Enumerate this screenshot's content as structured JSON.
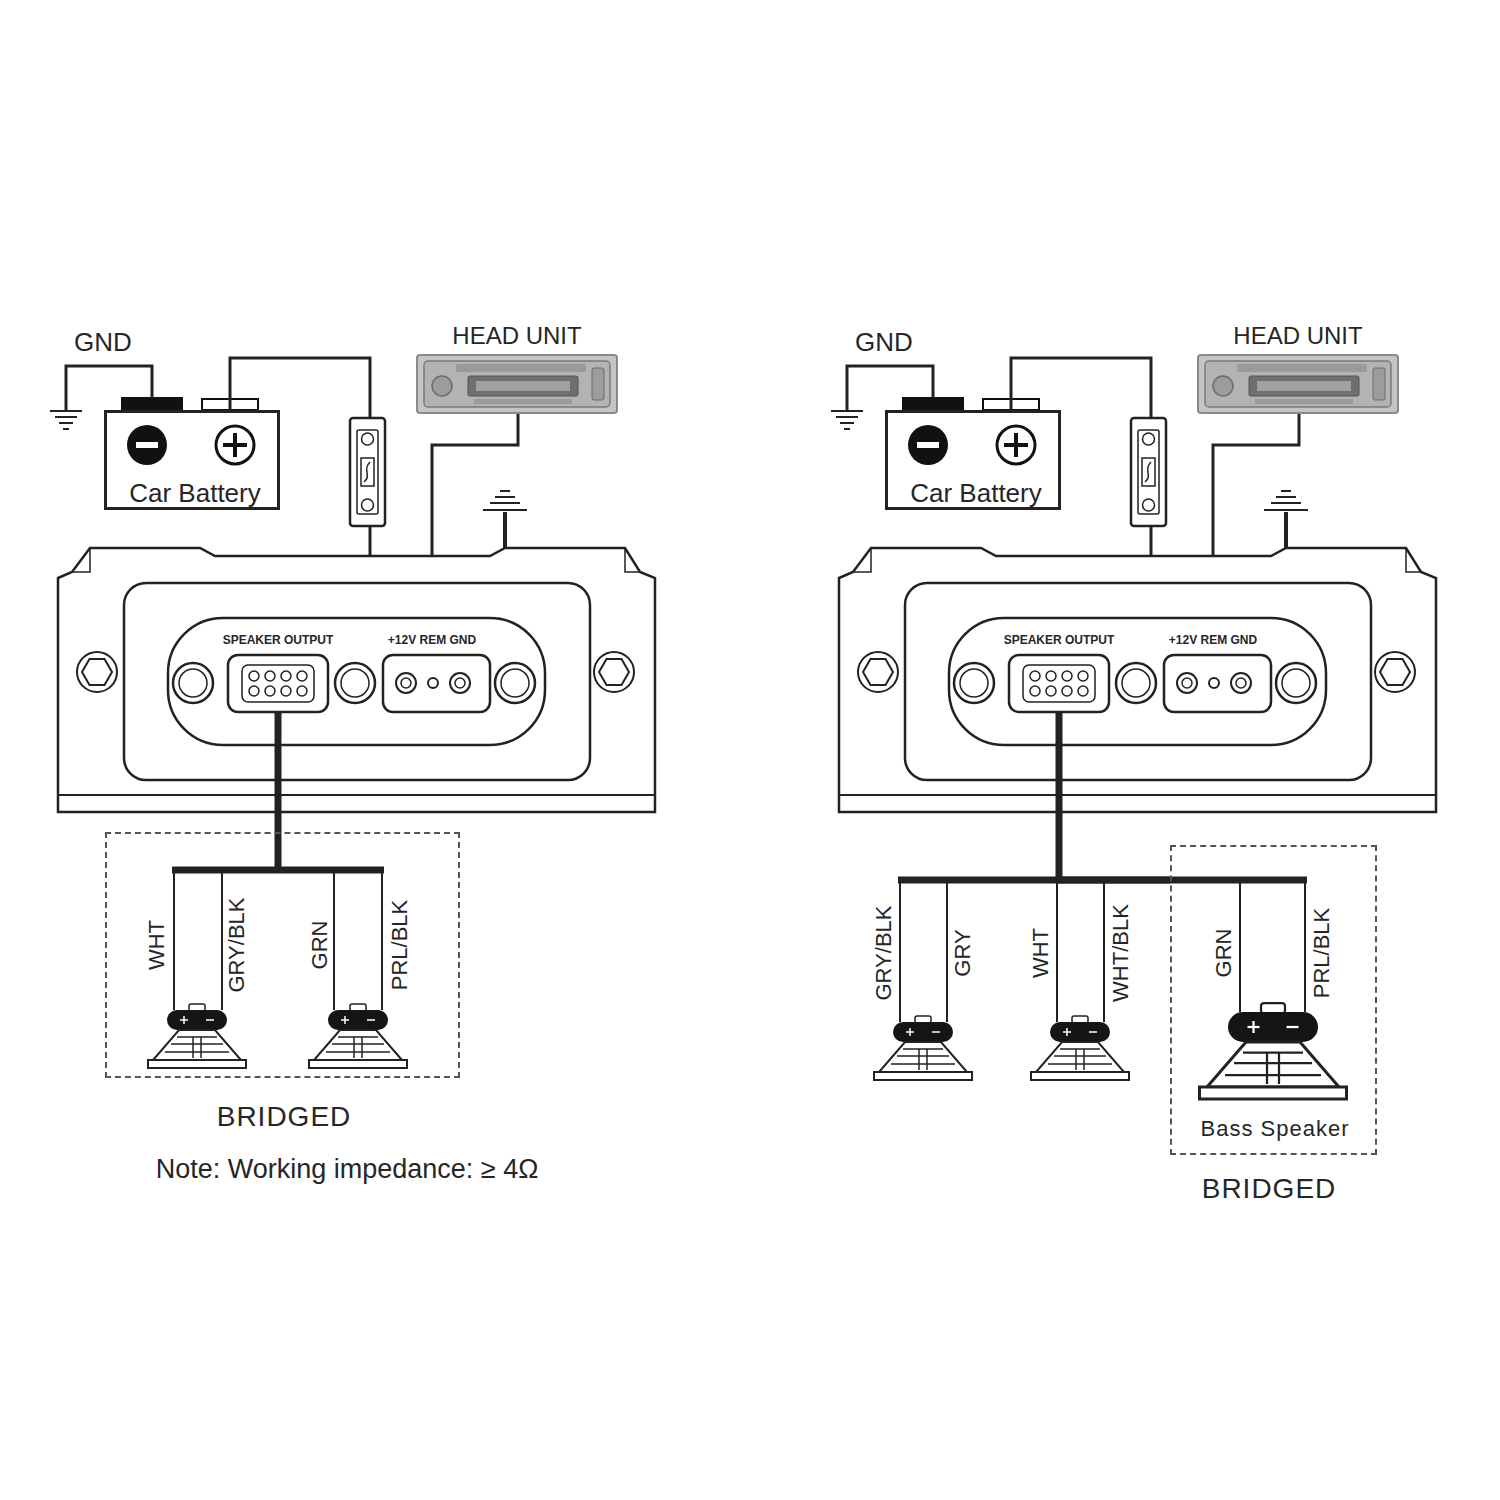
{
  "diagram": {
    "nodes": [
      {
        "text": [
          "Car Battery"
        ]
      },
      {
        "text": [
          "HEAD UNIT"
        ]
      },
      {
        "text": [
          "SPEAKER OUTPUT",
          "+12V REM GND"
        ]
      },
      {
        "text": [
          "BRIDGED"
        ]
      },
      {
        "text": [
          "Car Battery"
        ]
      },
      {
        "text": [
          "HEAD UNIT"
        ]
      },
      {
        "text": [
          "SPEAKER OUTPUT",
          "+12V REM GND"
        ]
      },
      {
        "text": [
          "Bass Speaker",
          "BRIDGED"
        ]
      }
    ],
    "edges": [
      {
        "from": 0,
        "to": 2,
        "arrow": "none"
      },
      {
        "from": 1,
        "to": 2,
        "arrow": "none"
      },
      {
        "from": 2,
        "to": 3,
        "arrow": "none"
      },
      {
        "from": 4,
        "to": 6,
        "arrow": "none"
      },
      {
        "from": 5,
        "to": 6,
        "arrow": "none"
      },
      {
        "from": 6,
        "to": 7,
        "arrow": "none"
      }
    ],
    "labels": [
      "GND",
      "WHT",
      "GRY/BLK",
      "GRN",
      "PRL/BLK",
      "Note: Working impedance: ≥ 4Ω",
      "GND",
      "GRY/BLK",
      "GRY",
      "WHT",
      "WHT/BLK",
      "GRN",
      "PRL/BLK"
    ]
  }
}
